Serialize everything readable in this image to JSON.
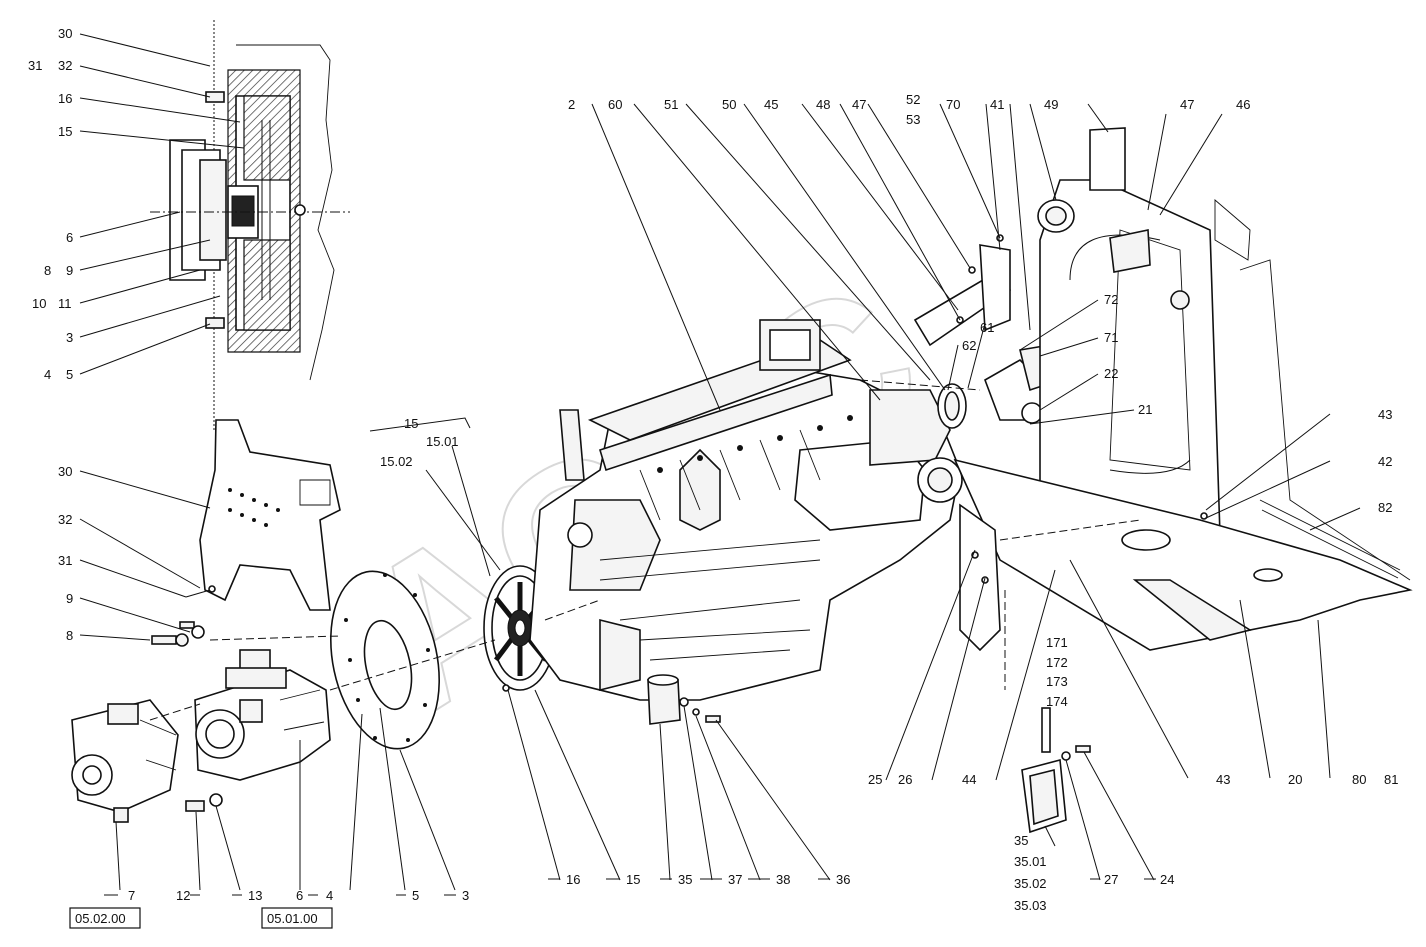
{
  "watermark": "ACDC",
  "callouts": {
    "a30": "30",
    "a31": "31",
    "a32": "32",
    "a16": "16",
    "a15": "15",
    "a6": "6",
    "a8": "8",
    "a9": "9",
    "a10": "10",
    "a11": "11",
    "a3": "3",
    "a4": "4",
    "a5": "5",
    "b30": "30",
    "b32": "32",
    "b31": "31",
    "b9": "9",
    "b8": "8",
    "c15": "15",
    "c1502": "15.02",
    "c1501": "15.01",
    "t2": "2",
    "t60": "60",
    "t51": "51",
    "t50": "50",
    "t45": "45",
    "t48": "48",
    "t47": "47",
    "t52": "52",
    "t53": "53",
    "t70": "70",
    "t41": "41",
    "t49": "49",
    "t47b": "47",
    "t46": "46",
    "r72": "72",
    "r61": "61",
    "r62": "62",
    "r71": "71",
    "r22": "22",
    "r21": "21",
    "r43": "43",
    "r42": "42",
    "r82": "82",
    "m171": "171",
    "m172": "172",
    "m173": "173",
    "m174": "174",
    "bt7": "7",
    "bt12": "12",
    "bt13": "13",
    "bt6": "6",
    "bt4": "4",
    "bt5": "5",
    "bt3": "3",
    "bt16": "16",
    "bt15": "15",
    "bt35": "35",
    "bt37": "37",
    "bt38": "38",
    "bt36": "36",
    "bt25": "25",
    "bt26": "26",
    "bt44": "44",
    "bt43": "43",
    "bt20": "20",
    "bt80": "80",
    "bt81": "81",
    "s35": "35",
    "s3501": "35.01",
    "s3502": "35.02",
    "s3503": "35.03",
    "s27": "27",
    "s24": "24"
  },
  "references": {
    "left": "05.02.00",
    "right": "05.01.00"
  }
}
